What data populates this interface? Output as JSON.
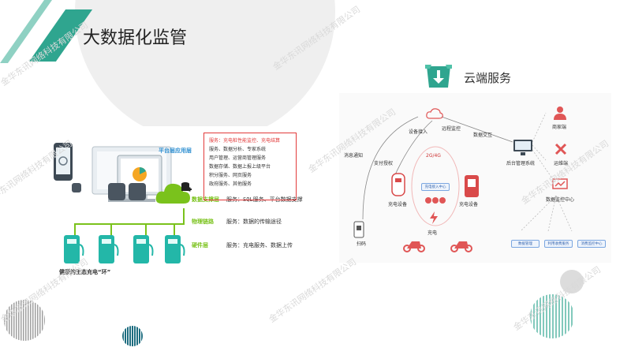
{
  "slide": {
    "title": "大数据化监管",
    "cloud_title": "云端服务"
  },
  "left_diagram": {
    "platform_layer": "平台层应用层",
    "service_lines": [
      "服务：充电桩性能监控、充电结算",
      "服务、数据分析、专家系统",
      "用户管理、运营商管理服务",
      "数据存储、数据上报上级平台",
      "积分服务、网页服务",
      "政府服务、其他服务"
    ],
    "data_layer": "数据支撑层",
    "data_service": "服务：SQL服务、平台数据支撑",
    "link_layer": "物理链路",
    "link_service": "服务：数据的传输途径",
    "hardware_layer": "硬件层",
    "hardware_service": "服务：充电服务、数据上传",
    "caption": "健康的生态充电“环”"
  },
  "right_diagram": {
    "device_access": "设备接入",
    "remote_monitor": "远程监控",
    "data_exchange": "数据交互",
    "message_notify": "消息通知",
    "pay_authorize": "支付授权",
    "network": "2G/4G",
    "charger_left": "充电设备",
    "charger_right": "充电设备",
    "center_chip": "充电接入中心",
    "ebike": "充电",
    "scan": "扫码",
    "merchant": "商家端",
    "ops": "运维端",
    "backend": "后台管理系统",
    "data_center": "数据监控中心",
    "chips": [
      "数据管理",
      "利用收费服务",
      "消费监控中心"
    ]
  },
  "watermark": "金华东讯网络科技有限公司",
  "colors": {
    "accent": "#2fa58f",
    "layer_green": "#7ac21c",
    "box_red": "#e23b3b",
    "charger_teal": "#23b7a8"
  }
}
